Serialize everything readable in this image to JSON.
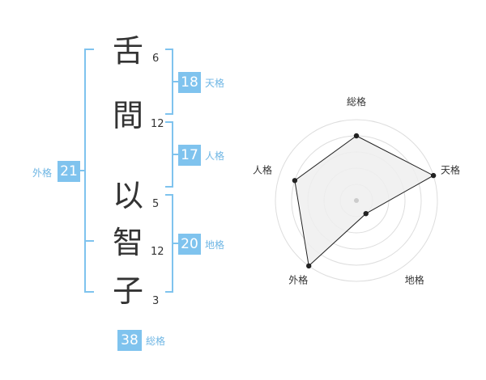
{
  "name": {
    "characters": [
      {
        "char": "舌",
        "strokes": "6"
      },
      {
        "char": "間",
        "strokes": "12"
      },
      {
        "char": "以",
        "strokes": "5"
      },
      {
        "char": "智",
        "strokes": "12"
      },
      {
        "char": "子",
        "strokes": "3"
      }
    ]
  },
  "fortunes": {
    "tenkaku": {
      "value": "18",
      "label": "天格"
    },
    "jinkaku": {
      "value": "17",
      "label": "人格"
    },
    "chikaku": {
      "value": "20",
      "label": "地格"
    },
    "gaikaku": {
      "value": "21",
      "label": "外格"
    },
    "soukaku": {
      "value": "38",
      "label": "総格"
    }
  },
  "colors": {
    "accent": "#7fc3ee",
    "text": "#333333"
  },
  "chart_data": {
    "type": "radar",
    "axes": [
      "総格",
      "天格",
      "地格",
      "外格",
      "人格"
    ],
    "values": [
      4,
      5,
      1,
      5,
      4
    ],
    "range": [
      0,
      5
    ],
    "rings": 5
  }
}
